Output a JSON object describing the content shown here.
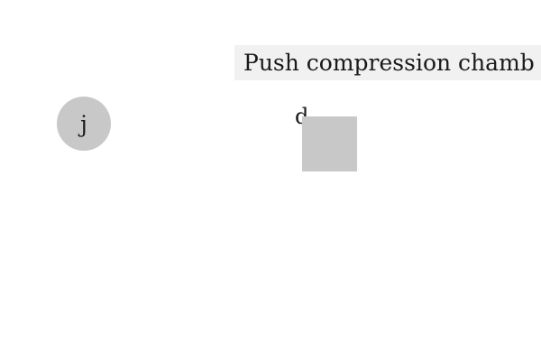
{
  "instruction": {
    "text": "Push compression chamb"
  },
  "shapes": {
    "circle": {
      "label": "j",
      "color": "#c8c8c8"
    },
    "square": {
      "label": "d",
      "color": "#c8c8c8"
    }
  }
}
